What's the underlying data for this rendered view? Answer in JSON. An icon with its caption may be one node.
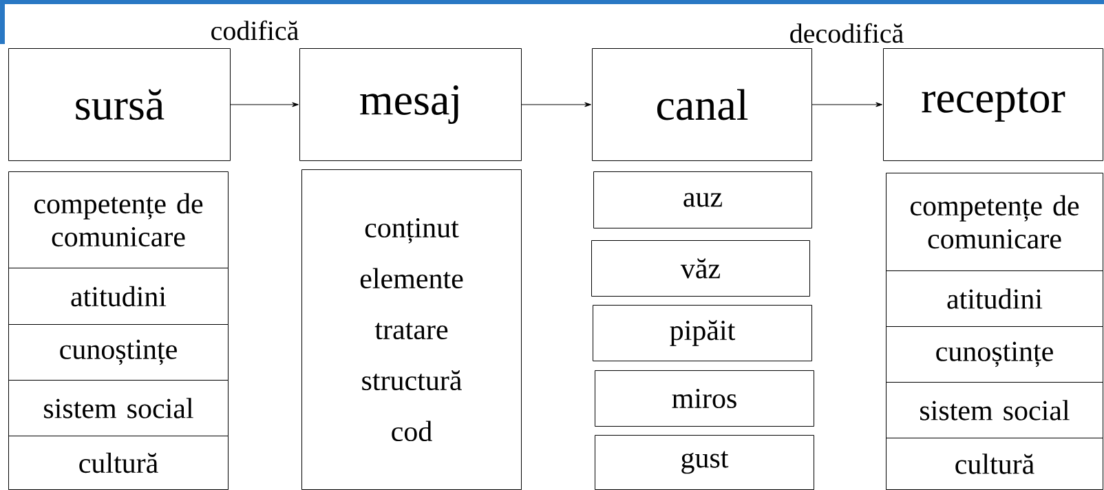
{
  "diagram": {
    "nodes": [
      {
        "text": [
          "sursă"
        ]
      },
      {
        "text": [
          "mesaj"
        ]
      },
      {
        "text": [
          "canal"
        ]
      },
      {
        "text": [
          "receptor"
        ]
      },
      {
        "text": [
          "competențe de comunicare"
        ]
      },
      {
        "text": [
          "atitudini"
        ]
      },
      {
        "text": [
          "cunoștințe"
        ]
      },
      {
        "text": [
          "sistem social"
        ]
      },
      {
        "text": [
          "cultură"
        ]
      },
      {
        "text": [
          "conținut",
          "elemente",
          "tratare",
          "structură",
          "cod"
        ]
      },
      {
        "text": [
          "auz"
        ]
      },
      {
        "text": [
          "văz"
        ]
      },
      {
        "text": [
          "pipăit"
        ]
      },
      {
        "text": [
          "miros"
        ]
      },
      {
        "text": [
          "gust"
        ]
      },
      {
        "text": [
          "competențe de comunicare"
        ]
      },
      {
        "text": [
          "atitudini"
        ]
      },
      {
        "text": [
          "cunoștințe"
        ]
      },
      {
        "text": [
          "sistem social"
        ]
      },
      {
        "text": [
          "cultură"
        ]
      }
    ],
    "edges": [
      {
        "from": 0,
        "to": 1,
        "arrow": "to"
      },
      {
        "from": 1,
        "to": 2,
        "arrow": "to"
      },
      {
        "from": 2,
        "to": 3,
        "arrow": "to"
      }
    ],
    "labels": [
      "codifică",
      "decodifică"
    ]
  }
}
